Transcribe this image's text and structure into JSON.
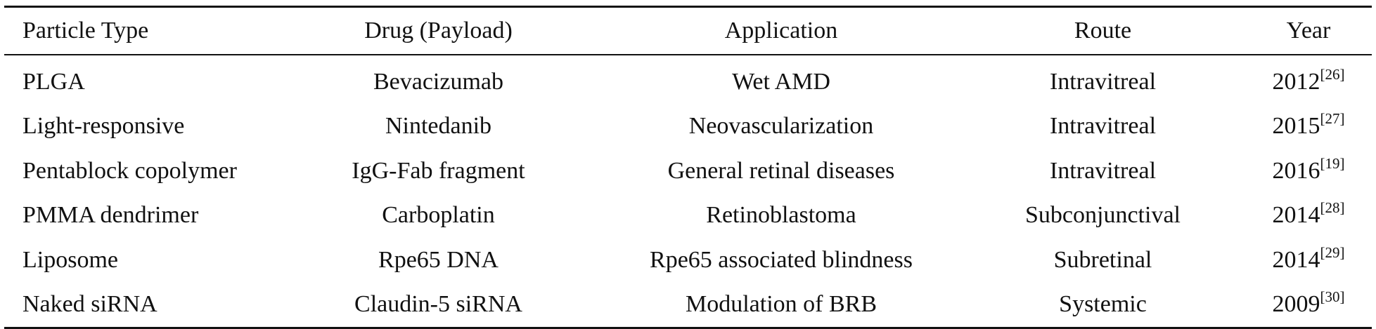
{
  "table": {
    "headers": [
      "Particle Type",
      "Drug (Payload)",
      "Application",
      "Route",
      "Year"
    ],
    "rows": [
      {
        "particle": "PLGA",
        "drug": "Bevacizumab",
        "application": "Wet AMD",
        "route": "Intravitreal",
        "year": "2012",
        "ref": "[26]"
      },
      {
        "particle": "Light-responsive",
        "drug": "Nintedanib",
        "application": "Neovascularization",
        "route": "Intravitreal",
        "year": "2015",
        "ref": "[27]"
      },
      {
        "particle": "Pentablock copolymer",
        "drug": "IgG-Fab fragment",
        "application": "General retinal diseases",
        "route": "Intravitreal",
        "year": "2016",
        "ref": "[19]"
      },
      {
        "particle": "PMMA dendrimer",
        "drug": "Carboplatin",
        "application": "Retinoblastoma",
        "route": "Subconjunctival",
        "year": "2014",
        "ref": "[28]"
      },
      {
        "particle": "Liposome",
        "drug": "Rpe65 DNA",
        "application": "Rpe65 associated blindness",
        "route": "Subretinal",
        "year": "2014",
        "ref": "[29]"
      },
      {
        "particle": "Naked siRNA",
        "drug": "Claudin-5 siRNA",
        "application": "Modulation of BRB",
        "route": "Systemic",
        "year": "2009",
        "ref": "[30]"
      }
    ]
  }
}
